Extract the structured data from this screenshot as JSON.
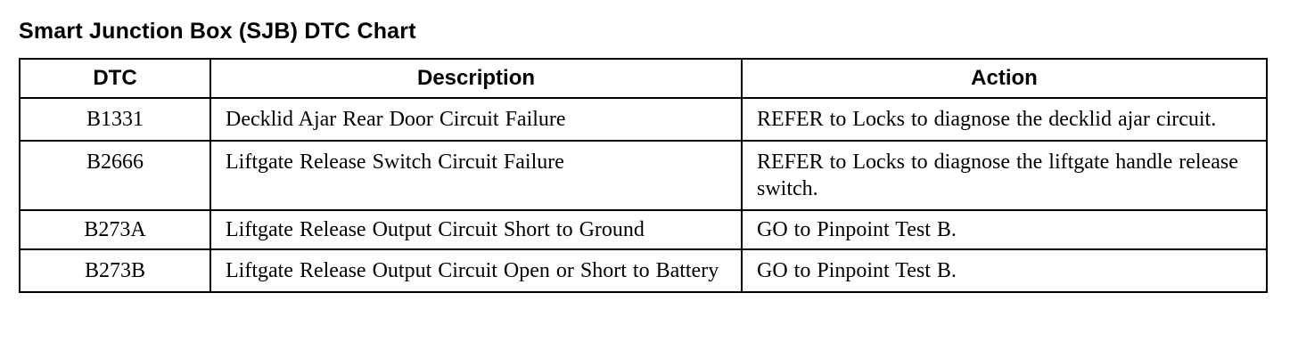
{
  "title": "Smart Junction Box (SJB) DTC Chart",
  "table": {
    "headers": {
      "dtc": "DTC",
      "description": "Description",
      "action": "Action"
    },
    "rows": [
      {
        "dtc": "B1331",
        "description": "Decklid Ajar Rear Door Circuit Failure",
        "action": "REFER to Locks to diagnose the decklid ajar circuit."
      },
      {
        "dtc": "B2666",
        "description": "Liftgate Release Switch Circuit Failure",
        "action": "REFER to Locks to diagnose the liftgate handle release switch."
      },
      {
        "dtc": "B273A",
        "description": "Liftgate Release Output Circuit Short to Ground",
        "action": "GO to Pinpoint Test B."
      },
      {
        "dtc": "B273B",
        "description": "Liftgate Release Output Circuit Open or Short to Battery",
        "action": "GO to Pinpoint Test B."
      }
    ]
  }
}
